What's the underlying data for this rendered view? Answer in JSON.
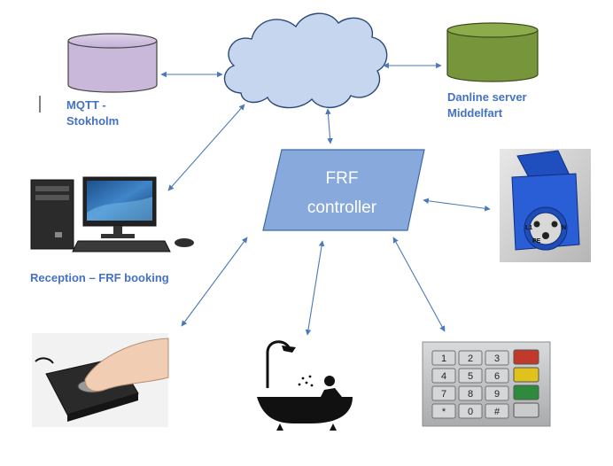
{
  "mqtt_label": [
    "MQTT -",
    "Stokholm"
  ],
  "danline_label": [
    "Danline server",
    "Middelfart"
  ],
  "controller_label": [
    "FRF",
    "controller"
  ],
  "reception_label": "Reception – FRF booking",
  "socket_label": [
    "L1",
    "N",
    "PE"
  ],
  "keypad_keys": [
    "1",
    "2",
    "3",
    "4",
    "5",
    "6",
    "7",
    "8",
    "9",
    "*",
    "0",
    "#"
  ],
  "colors": {
    "mqtt_db": "#c9b8d9",
    "danline_db": "#77953a",
    "cloud": "#c5d6ee",
    "controller": "#87a9dc",
    "arrow": "#4a7ab8",
    "label": "#4472c4"
  },
  "icons": [
    "database-icon",
    "cloud-icon",
    "computer-icon",
    "power-socket-icon",
    "rfid-reader-icon",
    "bathtub-icon",
    "keypad-icon"
  ]
}
